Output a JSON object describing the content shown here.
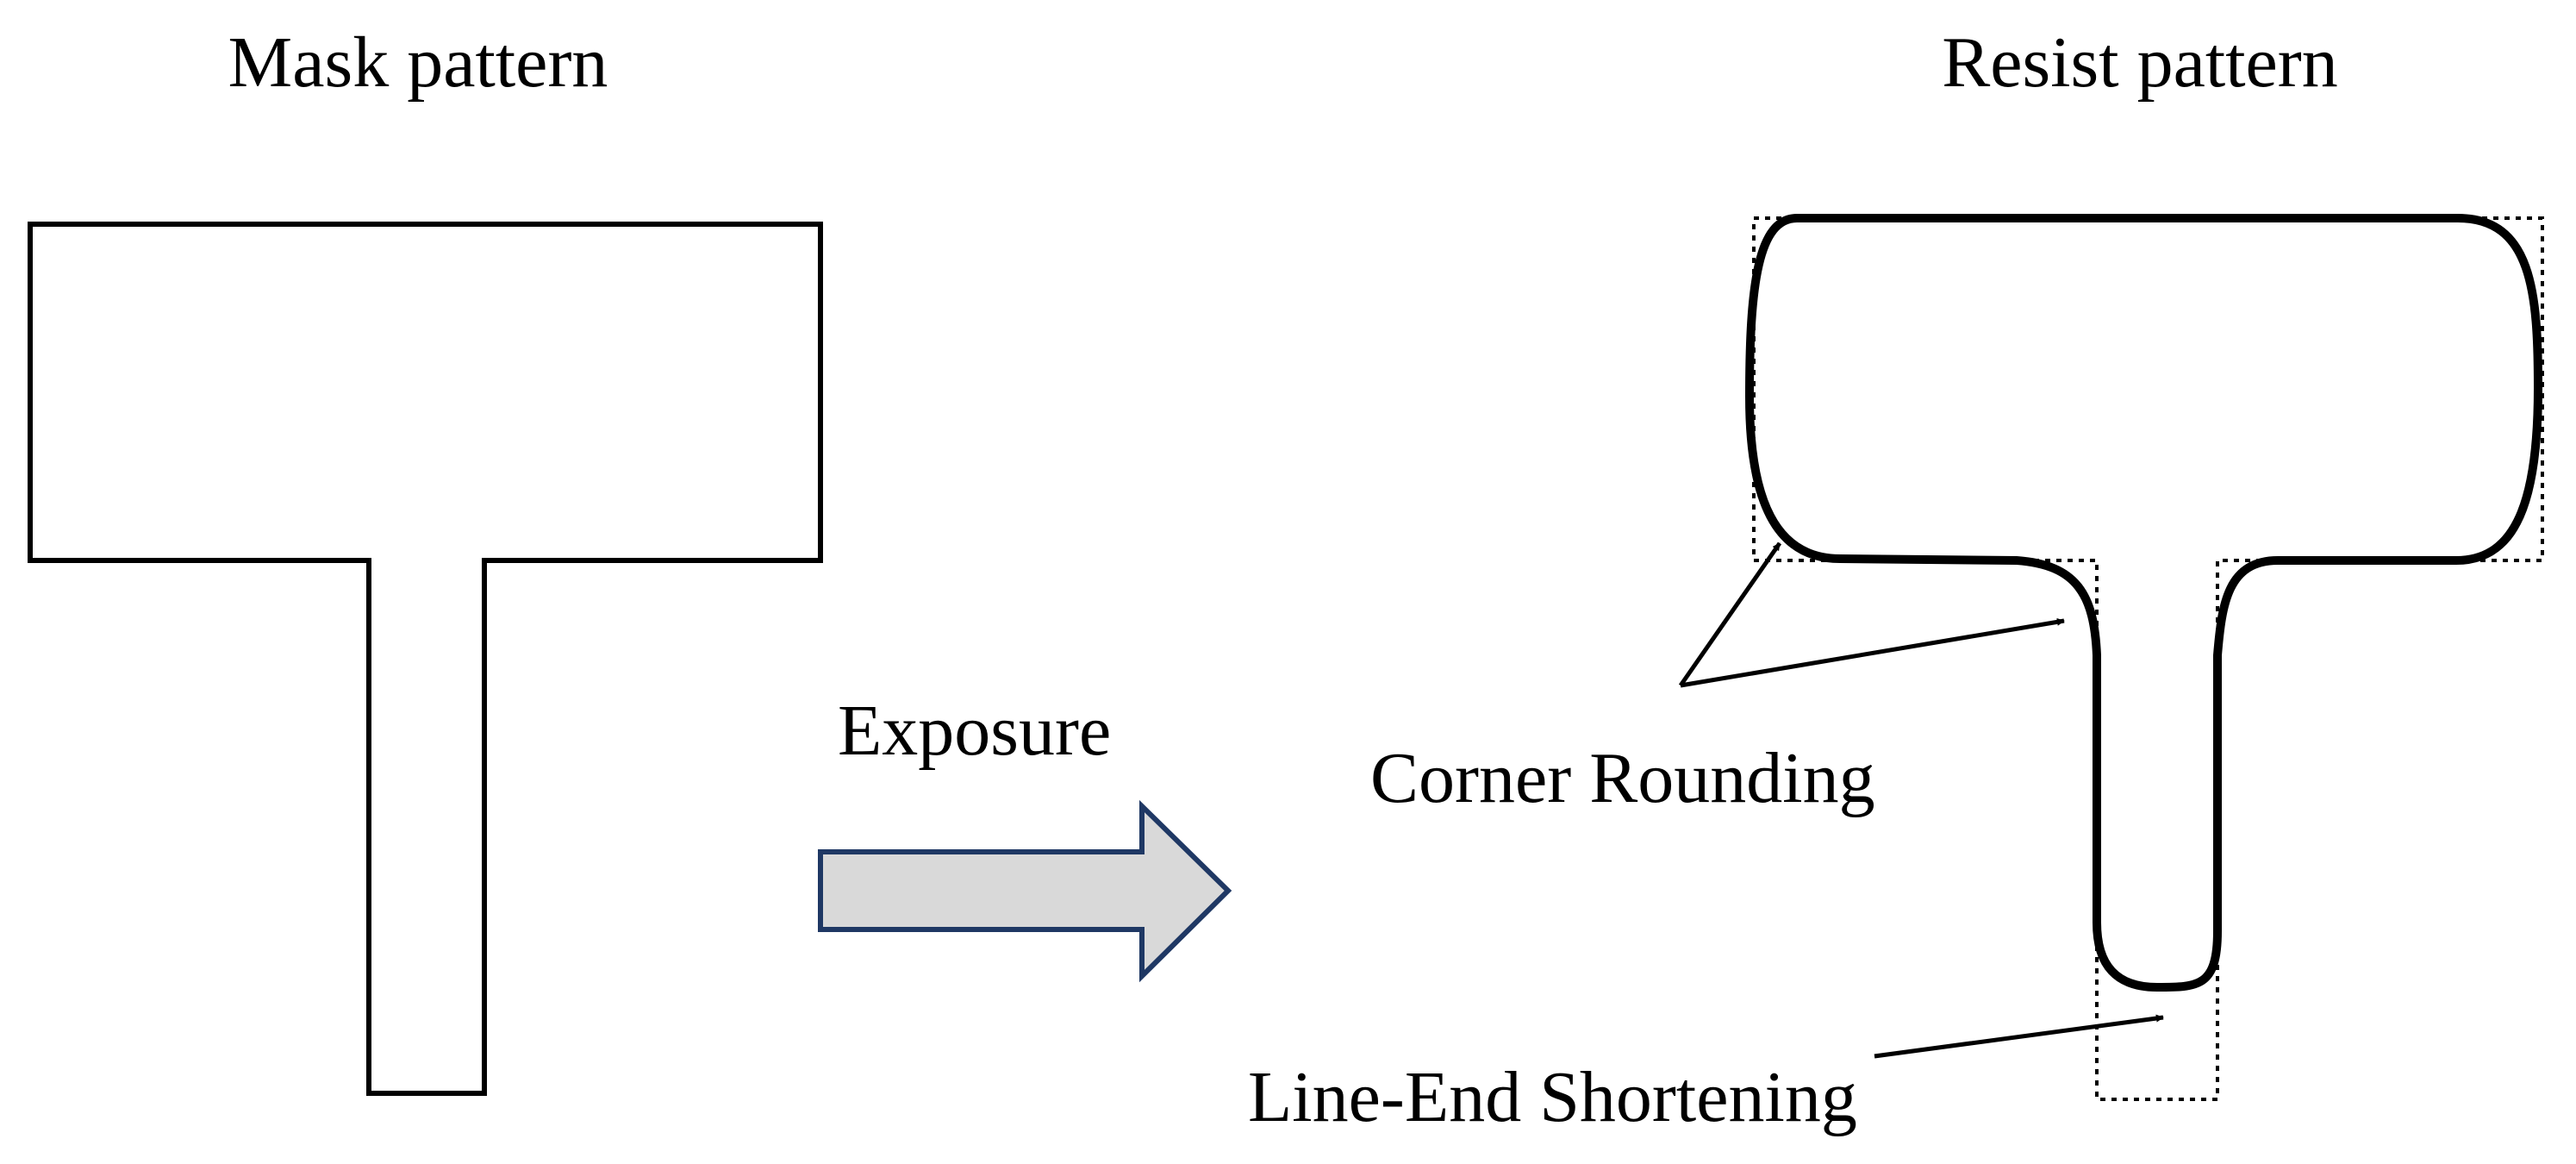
{
  "labels": {
    "mask_title": "Mask pattern",
    "resist_title": "Resist pattern",
    "exposure": "Exposure",
    "corner_rounding": "Corner Rounding",
    "line_end_shortening": "Line-End Shortening"
  },
  "colors": {
    "outline": "#000000",
    "exposure_arrow_fill": "#d9d9d9",
    "exposure_arrow_stroke": "#1f3864",
    "background": "#ffffff"
  }
}
